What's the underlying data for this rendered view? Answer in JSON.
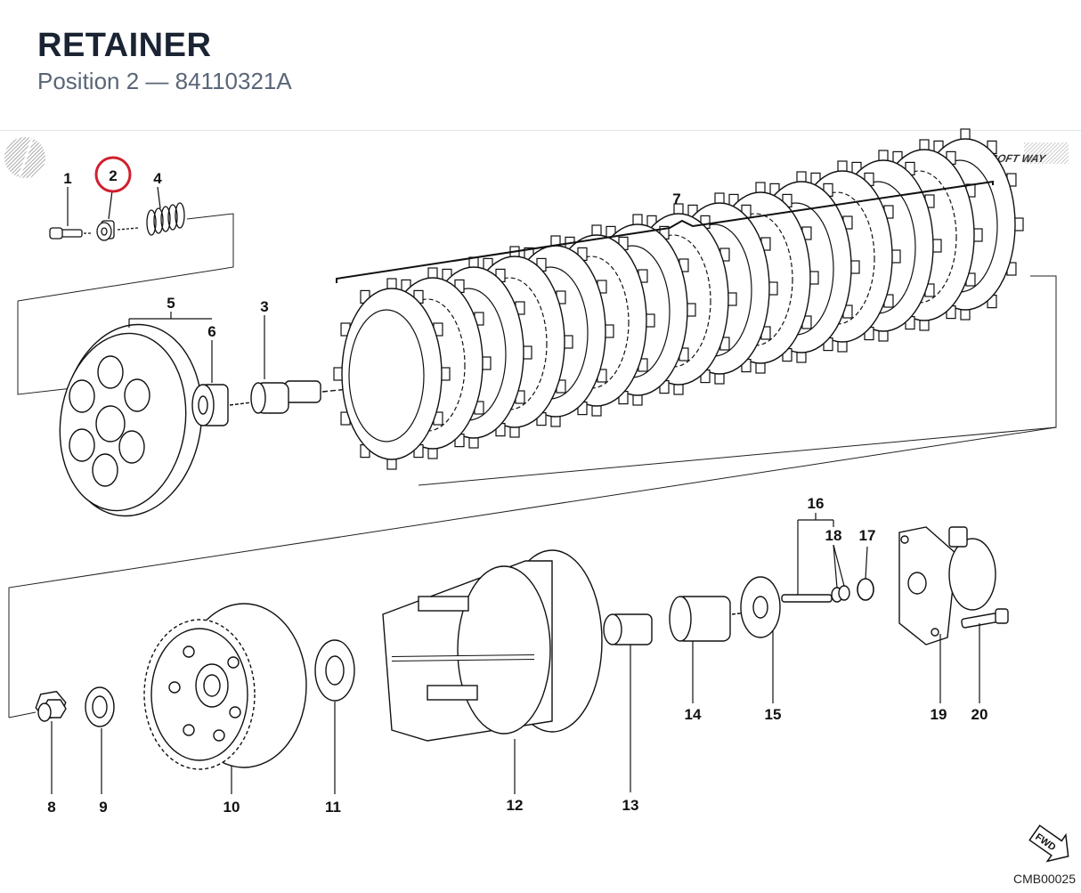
{
  "header": {
    "title": "RETAINER",
    "subtitle": "Position 2 — 84110321A"
  },
  "diagram": {
    "highlighted_callout": "2",
    "highlight_color": "#d0202e",
    "callouts": {
      "c1": "1",
      "c2": "2",
      "c3": "3",
      "c4": "4",
      "c5": "5",
      "c6": "6",
      "c7": "7",
      "c8": "8",
      "c9": "9",
      "c10": "10",
      "c11": "11",
      "c12": "12",
      "c13": "13",
      "c14": "14",
      "c15": "15",
      "c16": "16",
      "c17": "17",
      "c18": "18",
      "c19": "19",
      "c20": "20"
    },
    "brand_logo": "SOFT WAY",
    "fwd_label": "FWD",
    "drawing_ref": "CMB00025"
  }
}
